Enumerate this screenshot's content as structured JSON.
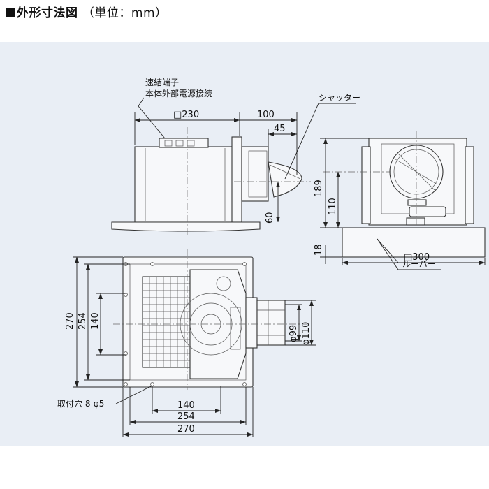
{
  "title": {
    "main": "外形寸法図",
    "unit": "（単位：mm）"
  },
  "labels": {
    "terminal_line1": "速結端子",
    "terminal_line2": "本体外部電源接続",
    "shutter": "シャッター",
    "louver": "ルーバー",
    "mount_holes": "取付穴 8-φ5"
  },
  "dimensions": {
    "top_body_width": "□230",
    "top_duct_offset": "100",
    "top_duct_depth": "45",
    "top_duct_height": "60",
    "side_height": "189",
    "side_duct_center": "110",
    "side_louver_thickness": "18",
    "side_louver_size": "□300",
    "plan_height_outer": "270",
    "plan_height_mid": "254",
    "plan_height_inner": "140",
    "plan_width_inner": "140",
    "plan_width_mid": "254",
    "plan_width_outer": "270",
    "duct_dia_inner": "φ99",
    "duct_dia_outer": "φ110"
  },
  "colors": {
    "background": "#e9eef5",
    "line": "#222222"
  }
}
